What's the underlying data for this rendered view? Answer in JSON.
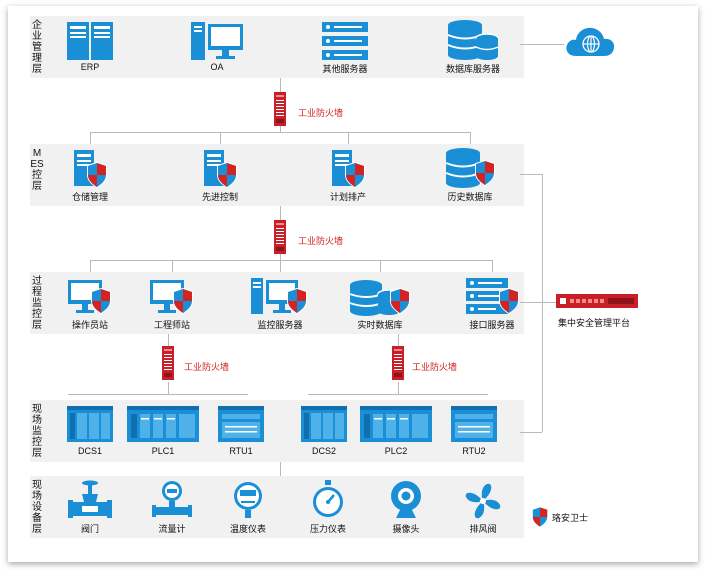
{
  "colors": {
    "blue": "#1a8fd6",
    "red": "#c8202a",
    "band": "#f1f1f1",
    "line": "#b9b9b9"
  },
  "layers": {
    "enterprise": "企业管理层",
    "mes": "MES控层",
    "process": "过程监控层",
    "field_monitor": "现场监控层",
    "field_device": "现场设备层"
  },
  "enterprise_nodes": [
    {
      "label": "ERP",
      "icon": "server-icon"
    },
    {
      "label": "OA",
      "icon": "computer-icon"
    },
    {
      "label": "其他服务器",
      "icon": "rack-server-icon"
    },
    {
      "label": "数据库服务器",
      "icon": "database-icon"
    }
  ],
  "cloud": {
    "icon": "cloud-globe-icon"
  },
  "firewall_label": "工业防火墙",
  "mes_nodes": [
    {
      "label": "仓储管理",
      "icon": "server-shield-icon"
    },
    {
      "label": "先进控制",
      "icon": "server-shield-icon"
    },
    {
      "label": "计划排产",
      "icon": "server-shield-icon"
    },
    {
      "label": "历史数据库",
      "icon": "database-shield-icon"
    }
  ],
  "process_nodes": [
    {
      "label": "操作员站",
      "icon": "monitor-shield-icon"
    },
    {
      "label": "工程师站",
      "icon": "monitor-shield-icon"
    },
    {
      "label": "监控服务器",
      "icon": "workstation-shield-icon"
    },
    {
      "label": "实时数据库",
      "icon": "database-shield-icon"
    },
    {
      "label": "接口服务器",
      "icon": "rack-shield-icon"
    }
  ],
  "field_monitor_nodes": [
    {
      "label": "DCS1",
      "icon": "dcs-icon"
    },
    {
      "label": "PLC1",
      "icon": "plc-icon"
    },
    {
      "label": "RTU1",
      "icon": "rtu-icon"
    },
    {
      "label": "DCS2",
      "icon": "dcs-icon"
    },
    {
      "label": "PLC2",
      "icon": "plc-icon"
    },
    {
      "label": "RTU2",
      "icon": "rtu-icon"
    }
  ],
  "field_device_nodes": [
    {
      "label": "阀门",
      "icon": "valve-icon"
    },
    {
      "label": "流量计",
      "icon": "flowmeter-icon"
    },
    {
      "label": "温度仪表",
      "icon": "temperature-meter-icon"
    },
    {
      "label": "压力仪表",
      "icon": "pressure-gauge-icon"
    },
    {
      "label": "摄像头",
      "icon": "camera-icon"
    },
    {
      "label": "排风阀",
      "icon": "fan-icon"
    }
  ],
  "central_platform": {
    "label": "集中安全管理平台",
    "icon": "security-appliance-icon"
  },
  "legend": {
    "label": "珞安卫士",
    "icon": "shield-icon"
  }
}
